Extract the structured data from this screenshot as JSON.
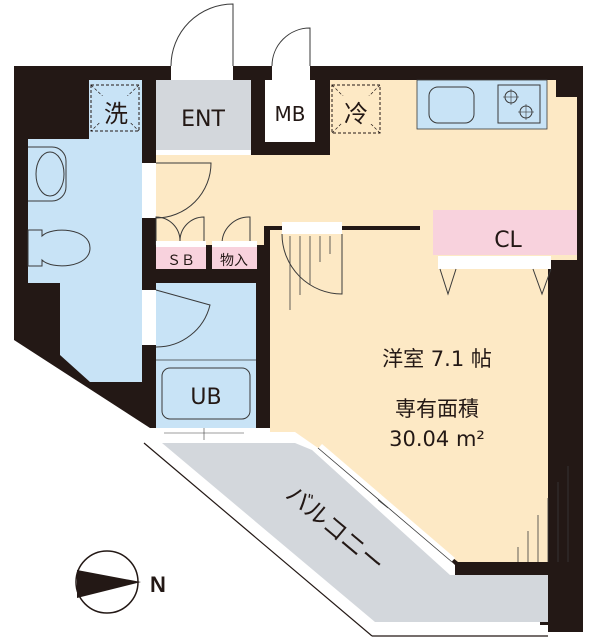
{
  "floorplan": {
    "rooms": {
      "laundry": {
        "label": "洗"
      },
      "entrance": {
        "label": "ENT"
      },
      "meter_box": {
        "label": "MB"
      },
      "fridge": {
        "label": "冷"
      },
      "closet": {
        "label": "CL"
      },
      "shoe_box": {
        "label": "ＳＢ"
      },
      "storage": {
        "label": "物入"
      },
      "unit_bath": {
        "label": "UB"
      },
      "western_room": {
        "label": "洋室 7.1 帖"
      },
      "balcony": {
        "label": "バルコニー"
      }
    },
    "area": {
      "label": "専有面積",
      "value": "30.04 m²"
    },
    "compass": {
      "label": "N"
    },
    "colors": {
      "wall": "#231815",
      "floor": "#fde9c5",
      "wet_area": "#c8e3f6",
      "entrance": "#d3d7dc",
      "closet": "#f8d2dd",
      "balcony": "#d3d7dc",
      "white": "#ffffff"
    }
  }
}
